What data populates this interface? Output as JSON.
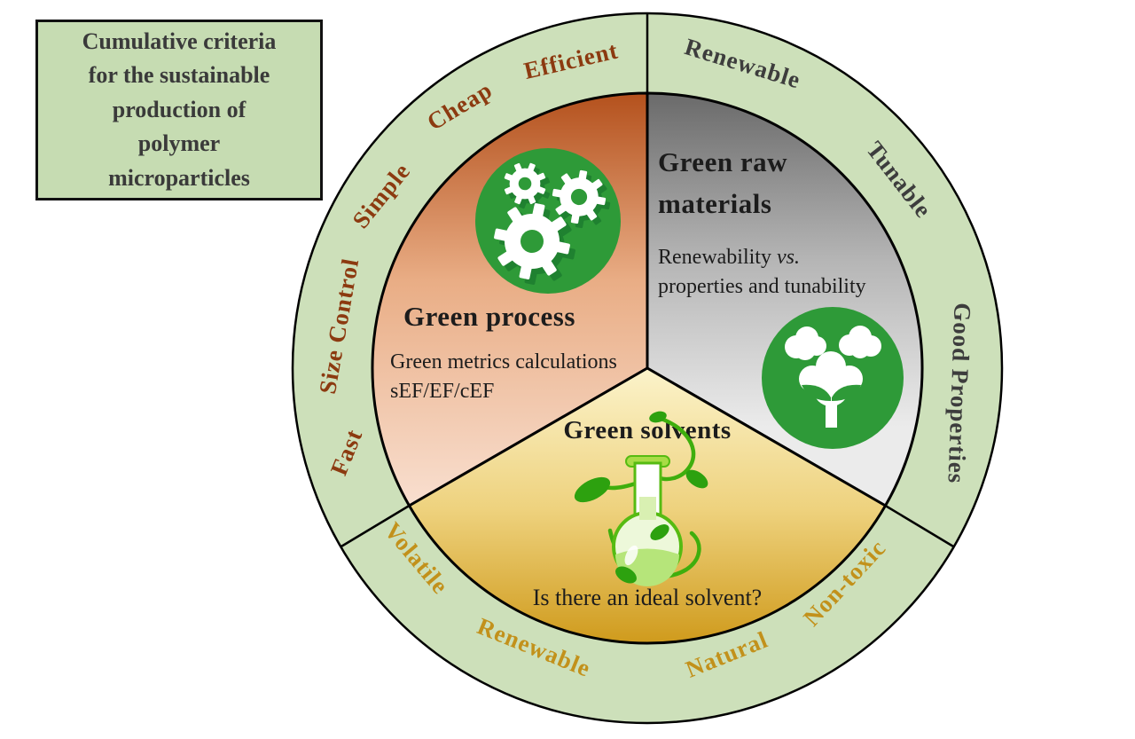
{
  "figure": {
    "criteria_box": {
      "lines": [
        "Cumulative criteria",
        "for the sustainable",
        "production of",
        "polymer",
        "microparticles"
      ],
      "full_text": "Cumulative criteria for the sustainable production of polymer microparticles"
    },
    "process": {
      "title": "Green process",
      "desc_line1": "Green metrics calculations",
      "desc_line2": "sEF/EF/cEF",
      "icon": "gears-icon",
      "text_color": "#8c3a10",
      "ring_labels": {
        "fast": "Fast",
        "size_control": "Size Control",
        "simple": "Simple",
        "cheap": "Cheap",
        "efficient": "Efficient"
      }
    },
    "raw_materials": {
      "title_line1": "Green raw",
      "title_line2": "materials",
      "desc1a": "Renewability ",
      "desc1b": "vs.",
      "desc_line2": "properties and tunability",
      "icon": "cotton-plant-icon",
      "text_color": "#3d3d3d",
      "ring_labels": {
        "renewable": "Renewable",
        "tunable": "Tunable",
        "good_properties": "Good Properties"
      }
    },
    "solvents": {
      "title": "Green solvents",
      "question": "Is there an ideal solvent?",
      "icon": "flask-plant-icon",
      "text_color": "#c2911b",
      "ring_labels": {
        "volatile": "Volatile",
        "renewable": "Renewable",
        "natural": "Natural",
        "non_toxic": "Non-toxic"
      }
    },
    "colors": {
      "ring_green": "#cde0ba",
      "box_green": "#c6dcb2",
      "icon_green": "#2e9a38",
      "orange_top": "#b4511d",
      "orange_mid": "#e9ad85",
      "orange_bottom": "#f9e0d1",
      "gray_top": "#6a6a6a",
      "gray_mid": "#b5b5b5",
      "gray_bottom": "#ebebeb",
      "yellow_top": "#fbf2c8",
      "yellow_mid": "#eed27e",
      "yellow_bottom": "#cf9a1b"
    }
  }
}
